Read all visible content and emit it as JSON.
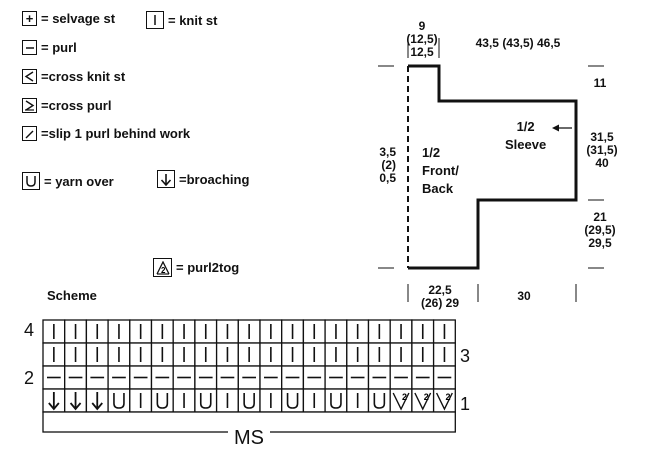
{
  "legend": {
    "selvage": "= selvage st",
    "knit": "= knit st",
    "purl": "= purl",
    "cross_knit": "=cross knit st",
    "cross_purl": "=cross purl",
    "slip": "=slip 1 purl behind work",
    "yarn_over": "= yarn over",
    "broaching": "=broaching",
    "purl2tog": "= purl2tog"
  },
  "scheme_label": "Scheme",
  "chart": {
    "row_numbers": {
      "r1": "1",
      "r2": "2",
      "r3": "3",
      "r4": "4"
    },
    "ms_label": "MS",
    "row4": [
      "I",
      "I",
      "I",
      "I",
      "I",
      "I",
      "I",
      "I",
      "I",
      "I",
      "I",
      "I",
      "I",
      "I",
      "I",
      "I",
      "I",
      "I",
      "I"
    ],
    "row3": [
      "I",
      "I",
      "I",
      "I",
      "I",
      "I",
      "I",
      "I",
      "I",
      "I",
      "I",
      "I",
      "I",
      "I",
      "I",
      "I",
      "I",
      "I",
      "I"
    ],
    "row2": [
      "-",
      "-",
      "-",
      "-",
      "-",
      "-",
      "-",
      "-",
      "-",
      "-",
      "-",
      "-",
      "-",
      "-",
      "-",
      "-",
      "-",
      "-",
      "-"
    ],
    "row1": [
      "V",
      "V",
      "V",
      "U",
      "I",
      "U",
      "I",
      "U",
      "I",
      "U",
      "I",
      "U",
      "I",
      "U",
      "I",
      "U",
      "P",
      "P",
      "P"
    ]
  },
  "schematic": {
    "top_left_dim": "9\n(12,5)\n12,5",
    "top_right_dim": "43,5 (43,5) 46,5",
    "sleeve_top_dim": "11",
    "left_dim": "3,5\n(2)\n0,5",
    "sleeve_side_dim": "31,5\n(31,5)\n40",
    "lower_side_dim": "21\n(29,5)\n29,5",
    "bottom_left_dim": "22,5\n(26) 29",
    "bottom_right_dim": "30",
    "front_back_label": "1/2\nFront/\nBack",
    "sleeve_label": "1/2\nSleeve"
  }
}
